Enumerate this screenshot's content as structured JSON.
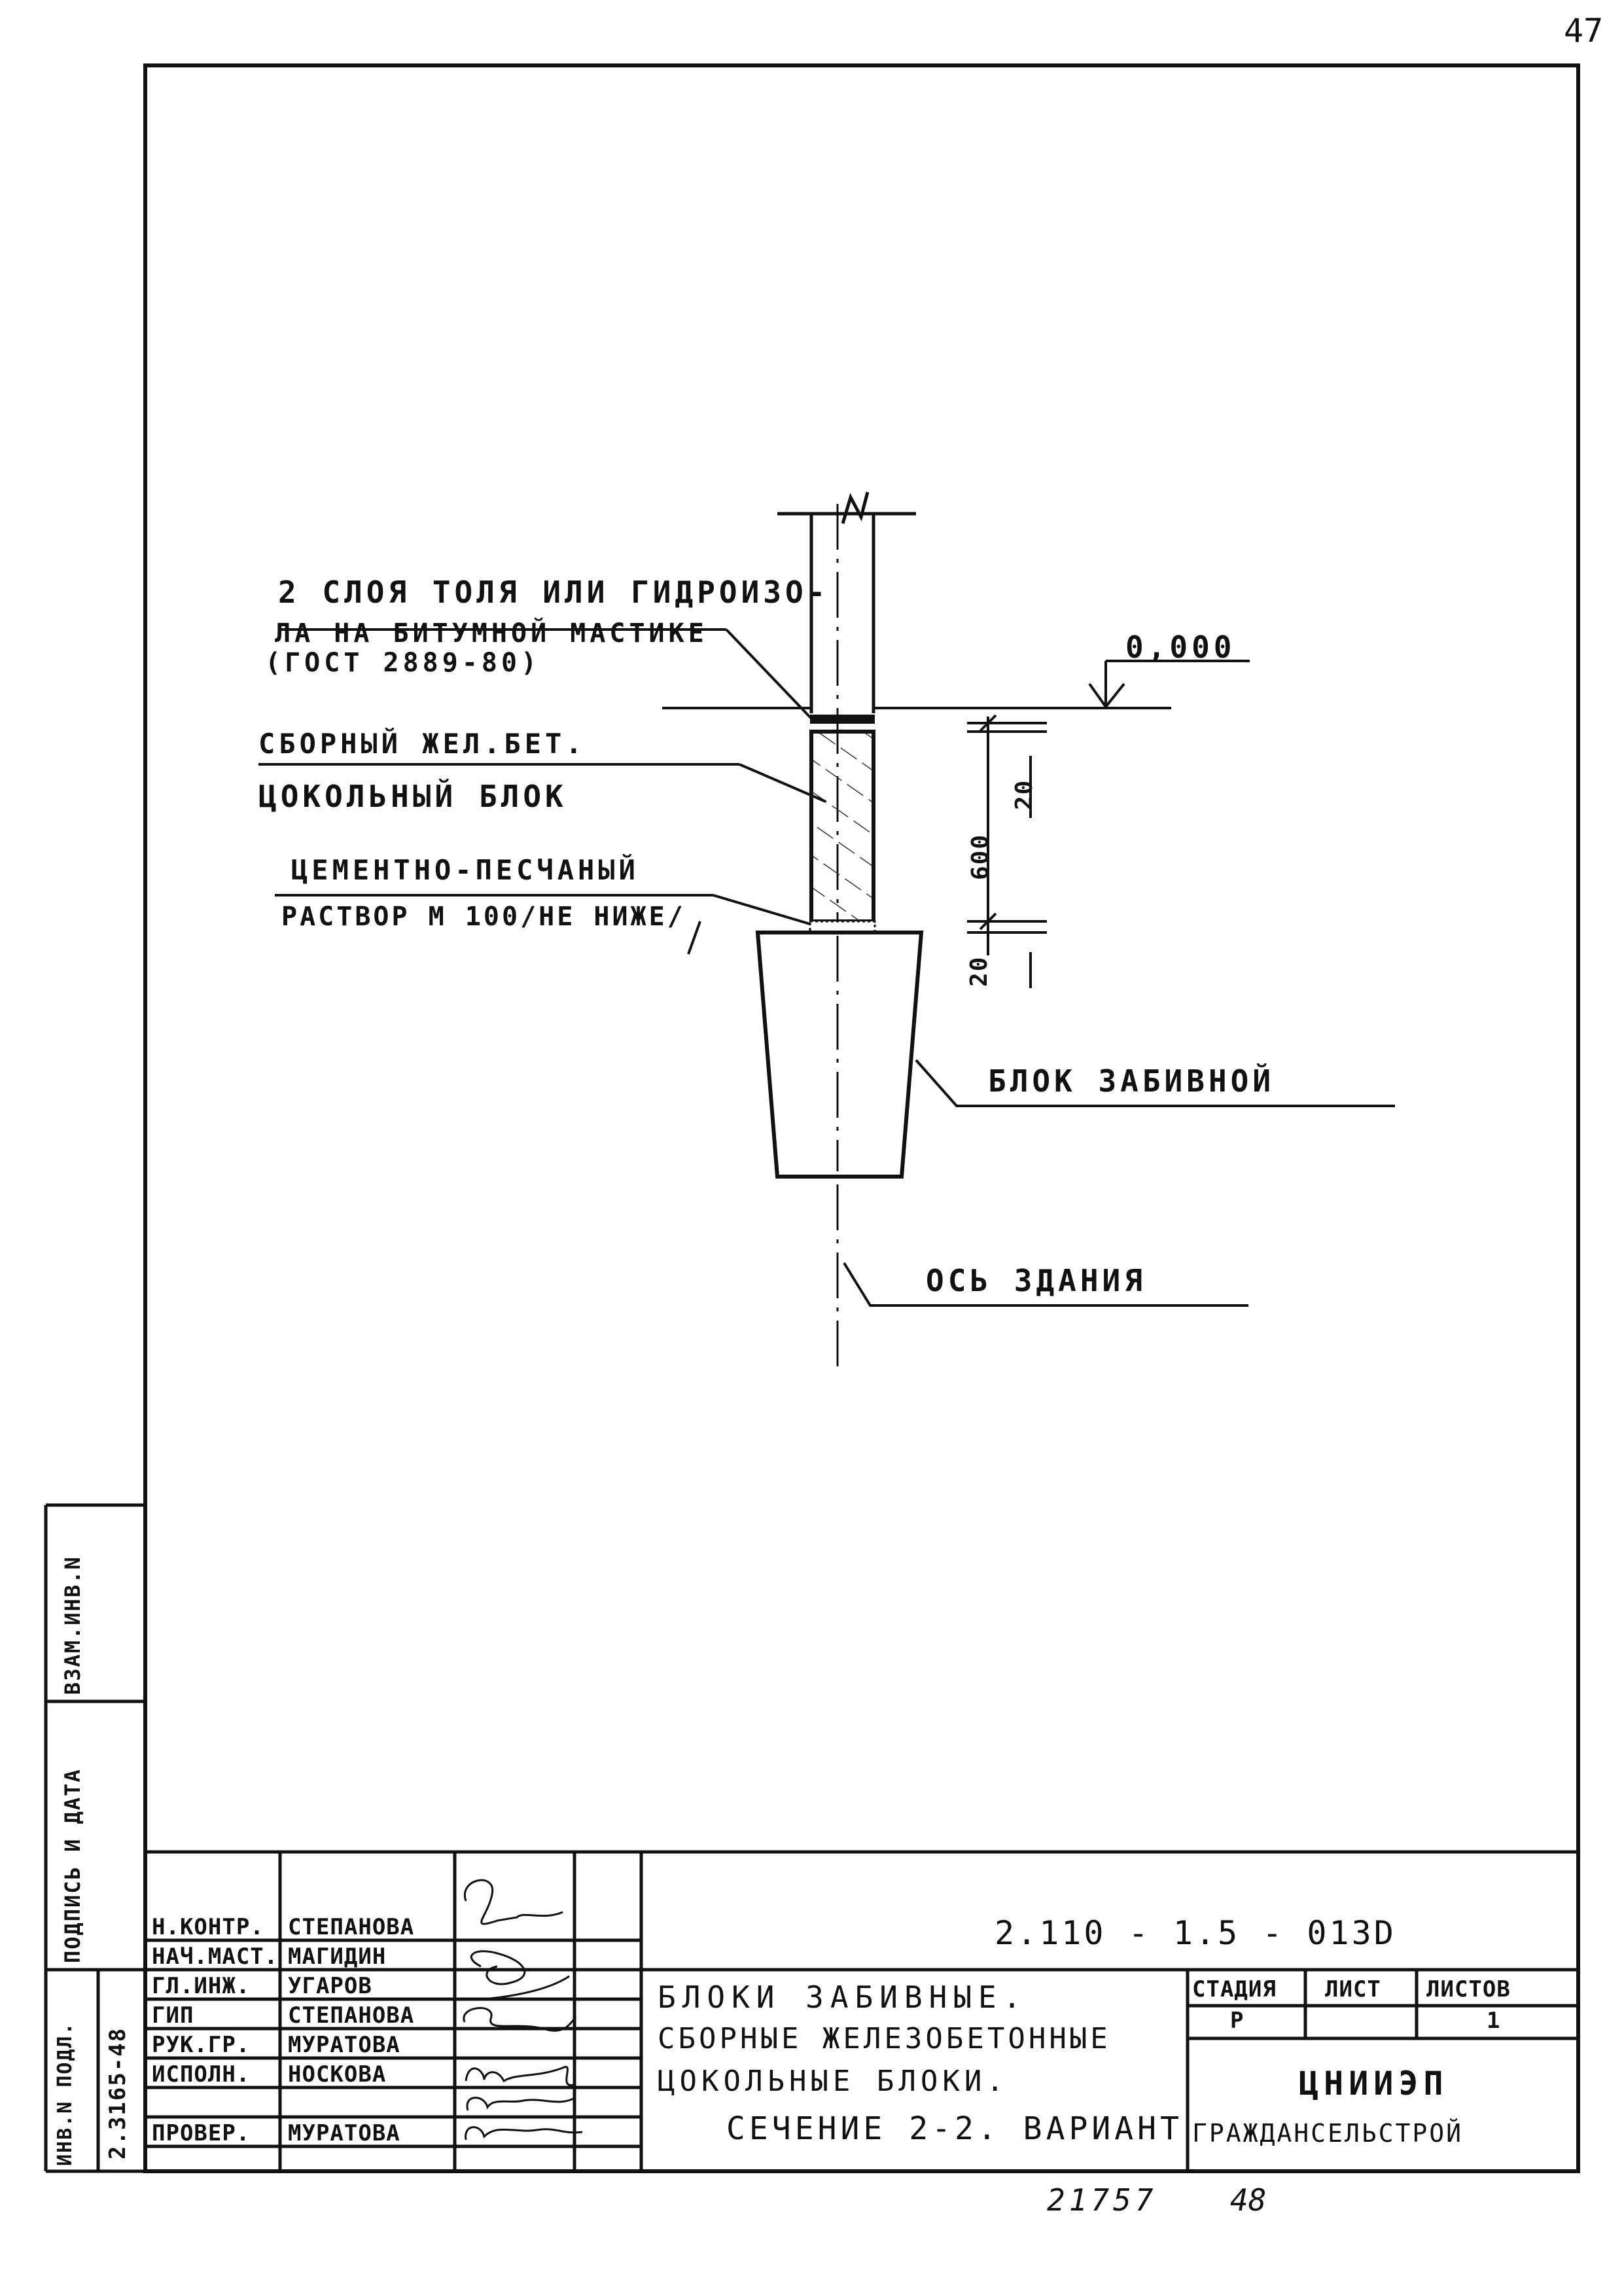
{
  "sheet": {
    "page_number": "47",
    "footer_left": "21757",
    "footer_right": "48"
  },
  "drawing": {
    "label_waterproof_1": "2 СЛОЯ ТОЛЯ ИЛИ ГИДРОИЗО-",
    "label_waterproof_2": "ЛА НА БИТУМНОЙ МАСТИКЕ",
    "label_waterproof_3": "(ГОСТ 2889-80)",
    "label_level": "0,000",
    "label_plinth_1": "СБОРНЫЙ ЖЕЛ.БЕТ.",
    "label_plinth_2": "ЦОКОЛЬНЫЙ БЛОК",
    "label_mortar_1": "ЦЕМЕНТНО-ПЕСЧАНЫЙ",
    "label_mortar_2": "РАСТВОР М 100/НЕ НИЖЕ/",
    "label_driven_block": "БЛОК ЗАБИВНОЙ",
    "label_building_axis": "ОСЬ ЗДАНИЯ",
    "dim_top": "20",
    "dim_middle": "600",
    "dim_bottom": "20"
  },
  "side_stamp": {
    "col1_label": "ИНВ.N ПОДЛ.",
    "col1_value": "2.3165-48",
    "col2_label": "ПОДПИСЬ И ДАТА",
    "col3_label": "ВЗАМ.ИНВ.N"
  },
  "title_block": {
    "rows": [
      {
        "role": "Н.КОНТР.",
        "name": "СТЕПАНОВА"
      },
      {
        "role": "НАЧ.МАСТ.",
        "name": "МАГИДИН"
      },
      {
        "role": "ГЛ.ИНЖ.",
        "name": "УГАРОВ"
      },
      {
        "role": "ГИП",
        "name": "СТЕПАНОВА"
      },
      {
        "role": "РУК.ГР.",
        "name": "МУРАТОВА"
      },
      {
        "role": "ИСПОЛН.",
        "name": "НОСКОВА"
      },
      {
        "role": "ПРОВЕР.",
        "name": "МУРАТОВА"
      }
    ],
    "doc_code": "2.110 - 1.5 - 013D",
    "title_line1": "БЛОКИ ЗАБИВНЫЕ.",
    "title_line2": "СБОРНЫЕ ЖЕЛЕЗОБЕТОННЫЕ",
    "title_line3": "ЦОКОЛЬНЫЕ БЛОКИ.",
    "title_line4": "СЕЧЕНИЕ 2-2. ВАРИАНТ",
    "stage_label": "СТАДИЯ",
    "sheet_label": "ЛИСТ",
    "sheets_label": "ЛИСТОВ",
    "stage_value": "Р",
    "sheets_value": "1",
    "org_name": "ЦНИИЭП",
    "org_sub": "ГРАЖДАНСЕЛЬСТРОЙ"
  }
}
